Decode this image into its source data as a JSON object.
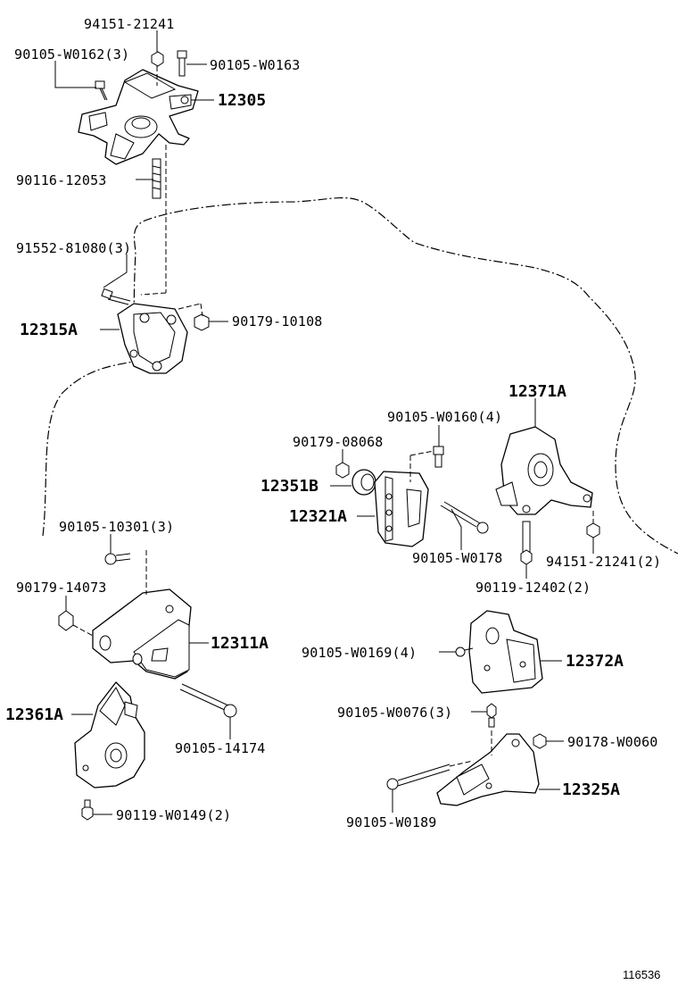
{
  "callouts": {
    "p94151_21241_top": "94151-21241",
    "p90105_W0162": "90105-W0162(3)",
    "p90105_W0163": "90105-W0163",
    "p12305": "12305",
    "p90116_12053": "90116-12053",
    "p91552_81080": "91552-81080(3)",
    "p12315A": "12315A",
    "p90179_10108": "90179-10108",
    "p12371A": "12371A",
    "p90105_W0160": "90105-W0160(4)",
    "p90179_08068": "90179-08068",
    "p12351B": "12351B",
    "p12321A": "12321A",
    "p90105_W0178": "90105-W0178",
    "p94151_21241_2": "94151-21241(2)",
    "p90119_12402": "90119-12402(2)",
    "p90105_10301": "90105-10301(3)",
    "p90179_14073": "90179-14073",
    "p12311A": "12311A",
    "p12361A": "12361A",
    "p90105_14174": "90105-14174",
    "p90119_W0149": "90119-W0149(2)",
    "p90105_W0169": "90105-W0169(4)",
    "p12372A": "12372A",
    "p90105_W0076": "90105-W0076(3)",
    "p90178_W0060": "90178-W0060",
    "p12325A": "12325A",
    "p90105_W0189": "90105-W0189"
  },
  "footer": {
    "illustration_number": "116536"
  }
}
